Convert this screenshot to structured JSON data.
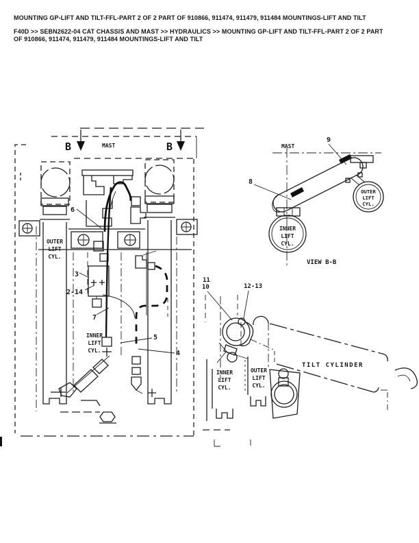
{
  "header": {
    "title": "MOUNTING GP-LIFT AND TILT-FFL-PART 2 OF 2 PART OF 910866, 911474, 911479, 911484 MOUNTINGS-LIFT AND TILT",
    "breadcrumb": "F40D >> SEBN2622-04 CAT CHASSIS AND MAST >> HYDRAULICS >> MOUNTING GP-LIFT AND TILT-FFL-PART 2 OF 2 PART OF 910866, 911474, 911479, 911484 MOUNTINGS-LIFT AND TILT"
  },
  "front_view": {
    "section_letter": "B",
    "mast": "MAST",
    "outer_cyl": {
      "l1": "OUTER",
      "l2": "LIFT",
      "l3": "CYL."
    },
    "inner_cyl": {
      "l1": "INNER",
      "l2": "LIFT",
      "l3": "CYL."
    },
    "callouts": {
      "c6": "6",
      "c3": "3",
      "c2_14": "2-14",
      "c7": "7",
      "c5": "5",
      "c4": "4"
    }
  },
  "view_bb": {
    "mast": "MAST",
    "caption": "VIEW B-B",
    "callouts": {
      "c8": "8",
      "c9": "9"
    },
    "outer_cyl": {
      "l1": "OUTER",
      "l2": "LIFT",
      "l3": "CYL."
    },
    "inner_cyl": {
      "l1": "INNER",
      "l2": "LIFT",
      "l3": "CYL."
    }
  },
  "tilt_view": {
    "label": "TILT CYLINDER",
    "callouts": {
      "c11": "11",
      "c10": "10",
      "c12_13": "12-13"
    },
    "inner_cyl": {
      "l1": "INNER",
      "l2": "LIFT",
      "l3": "CYL."
    },
    "outer_cyl": {
      "l1": "OUTER",
      "l2": "LIFT",
      "l3": "CYL."
    }
  },
  "colors": {
    "ink": "#1a1a1a",
    "paper": "#ffffff"
  }
}
